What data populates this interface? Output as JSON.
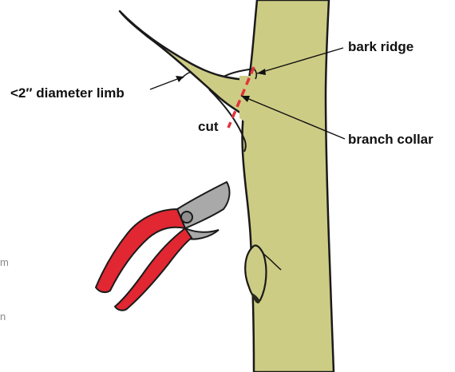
{
  "labels": {
    "limb": "<2″ diameter limb",
    "bark_ridge": "bark ridge",
    "branch_collar": "branch collar",
    "cut": "cut"
  },
  "edge_text_fragments": [
    "m",
    "n"
  ],
  "colors": {
    "wood": "#cdcc84",
    "outline": "#1a1a1a",
    "cut_line": "#e0333a",
    "handle": "#e02732",
    "blade": "#a9a9a9",
    "knot_dark": "#2a2a1a"
  },
  "icons": {
    "pruner": "pruning-shears-icon"
  }
}
